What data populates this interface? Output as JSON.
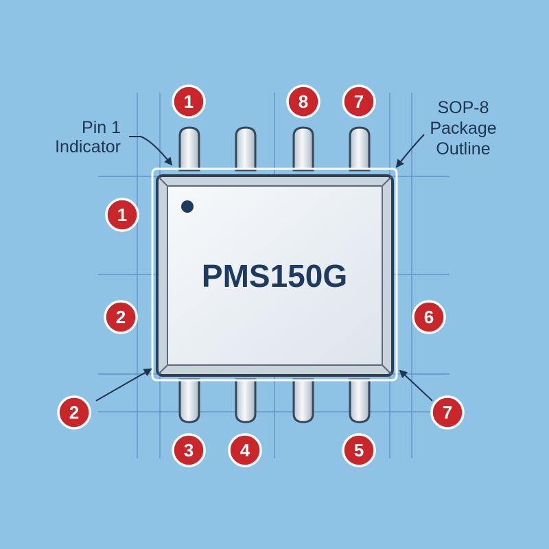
{
  "chip": {
    "part_number": "PMS150G"
  },
  "annotations": {
    "pin1_indicator": {
      "line1": "Pin 1",
      "line2": "Indicator"
    },
    "package_outline": {
      "line1": "SOP-8",
      "line2": "Package",
      "line3": "Outline"
    }
  },
  "markers": {
    "top_1": "1",
    "top_8": "8",
    "top_7": "7",
    "left_1": "1",
    "left_2": "2",
    "right_6": "6",
    "corner_bl": "2",
    "corner_br": "7",
    "bottom_3": "3",
    "bottom_4": "4",
    "bottom_5": "5"
  },
  "colors": {
    "background": "#8fc3e6",
    "grid_line": "#4a78b5",
    "chip_body": "#ecf0f4",
    "chip_label": "#1e3b5f",
    "marker_fill": "#c8262b",
    "marker_ring": "#ffffff",
    "pin_fill": "#dfe6ee"
  }
}
